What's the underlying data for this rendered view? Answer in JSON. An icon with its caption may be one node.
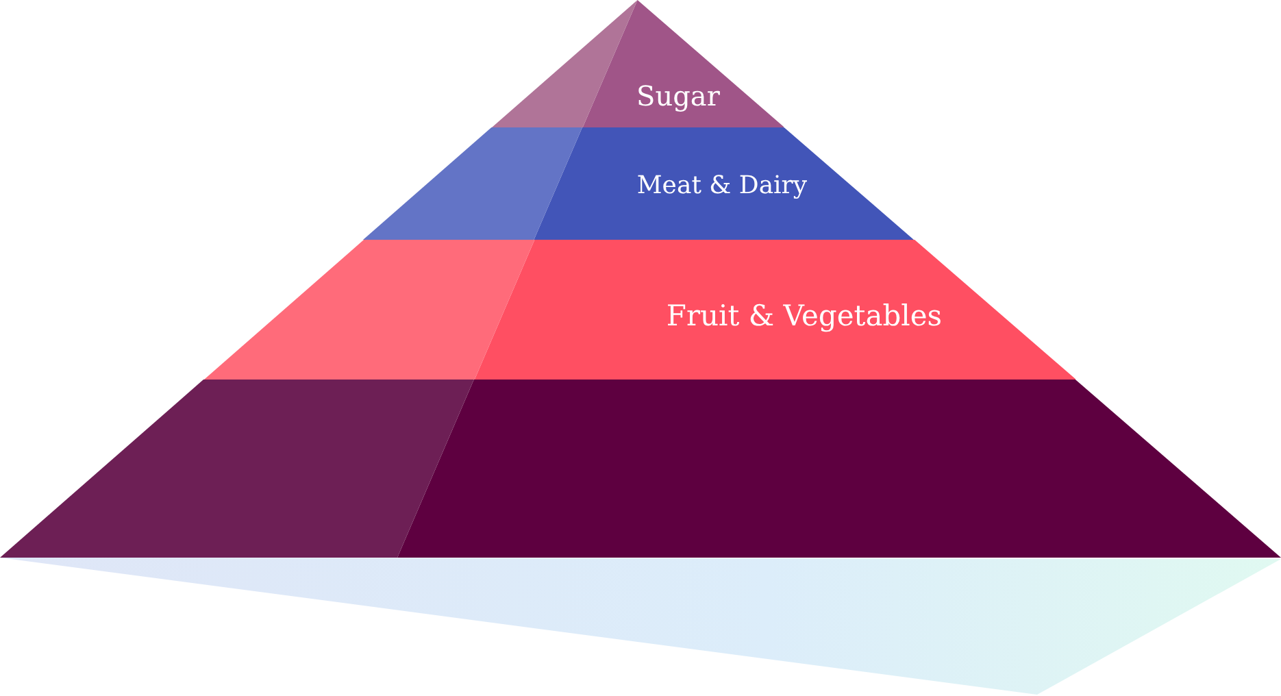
{
  "diagram": {
    "nodes": [
      {
        "text": [
          "Sugar"
        ]
      },
      {
        "text": [
          "Meat & Dairy"
        ]
      },
      {
        "text": [
          "Fruit & Vegetables"
        ]
      },
      {
        "text": [],
        "shape": "trapezoid"
      }
    ]
  }
}
